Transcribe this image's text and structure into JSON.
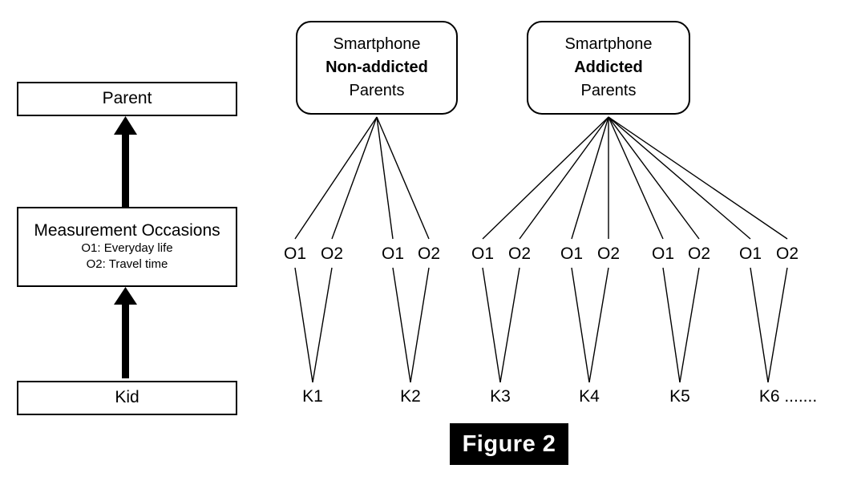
{
  "figure": {
    "caption": "Figure 2"
  },
  "left_panel": {
    "parent_box": {
      "label": "Parent"
    },
    "measurement_box": {
      "title": "Measurement Occasions",
      "line1": "O1: Everyday life",
      "line2": "O2: Travel time"
    },
    "kid_box": {
      "label": "Kid"
    },
    "arrows": [
      {
        "name": "kid-to-measurement",
        "direction": "up"
      },
      {
        "name": "measurement-to-parent",
        "direction": "up"
      }
    ]
  },
  "right_panel": {
    "groups": [
      {
        "id": "non-addicted",
        "line1": "Smartphone",
        "line2": "Non-addicted",
        "line3": "Parents",
        "bold_line": "line2",
        "kids": [
          {
            "label": "K1",
            "occasions": [
              "O1",
              "O2"
            ]
          },
          {
            "label": "K2",
            "occasions": [
              "O1",
              "O2"
            ]
          }
        ]
      },
      {
        "id": "addicted",
        "line1": "Smartphone",
        "line2": "Addicted",
        "line3": "Parents",
        "bold_line": "line2",
        "kids": [
          {
            "label": "K3",
            "occasions": [
              "O1",
              "O2"
            ]
          },
          {
            "label": "K4",
            "occasions": [
              "O1",
              "O2"
            ]
          },
          {
            "label": "K5",
            "occasions": [
              "O1",
              "O2"
            ]
          },
          {
            "label": "K6 .......",
            "occasions": [
              "O1",
              "O2"
            ]
          }
        ]
      }
    ]
  },
  "colors": {
    "stroke": "#000000",
    "background": "#ffffff",
    "caption_background": "#000000",
    "caption_text": "#ffffff"
  }
}
